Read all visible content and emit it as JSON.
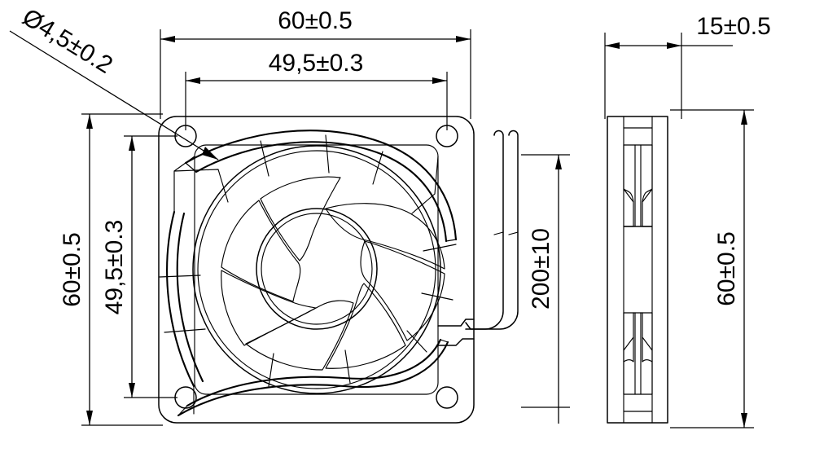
{
  "drawing": {
    "title": "Axial Fan Dimensional Drawing",
    "type": "technical-engineering-drawing",
    "units": "mm",
    "line_color": "#000000",
    "background_color": "#ffffff"
  },
  "dimensions": {
    "front_width": {
      "label": "60±0.5",
      "value": 60,
      "tolerance": 0.5,
      "orientation": "horizontal",
      "position": "top-front-view"
    },
    "front_hole_spacing_horizontal": {
      "label": "49,5±0.3",
      "value": 49.5,
      "tolerance": 0.3,
      "orientation": "horizontal",
      "position": "top-front-view-inner"
    },
    "front_height": {
      "label": "60±0.5",
      "value": 60,
      "tolerance": 0.5,
      "orientation": "vertical",
      "position": "left-front-view"
    },
    "front_hole_spacing_vertical": {
      "label": "49,5±0.3",
      "value": 49.5,
      "tolerance": 0.3,
      "orientation": "vertical",
      "position": "left-front-view-inner"
    },
    "mounting_hole_diameter": {
      "label": "Ø4,5±0.2",
      "value": 4.5,
      "tolerance": 0.2,
      "orientation": "leader-callout",
      "position": "upper-left"
    },
    "wire_length": {
      "label": "200±10",
      "value": 200,
      "tolerance": 10,
      "orientation": "vertical",
      "position": "right-of-front-view"
    },
    "side_depth": {
      "label": "15±0.5",
      "value": 15,
      "tolerance": 0.5,
      "orientation": "horizontal",
      "position": "top-side-view"
    },
    "side_height": {
      "label": "60±0.5",
      "value": 60,
      "tolerance": 0.5,
      "orientation": "vertical",
      "position": "right-side-view"
    }
  },
  "views": {
    "front": {
      "name": "front-view",
      "description": "Axial fan front view with impeller blades, hub and four mounting holes"
    },
    "side": {
      "name": "side-view",
      "description": "Axial fan side profile view showing frame thickness"
    }
  },
  "features": {
    "mounting_holes": 4,
    "blade_count": 7,
    "wire_count": 2
  }
}
